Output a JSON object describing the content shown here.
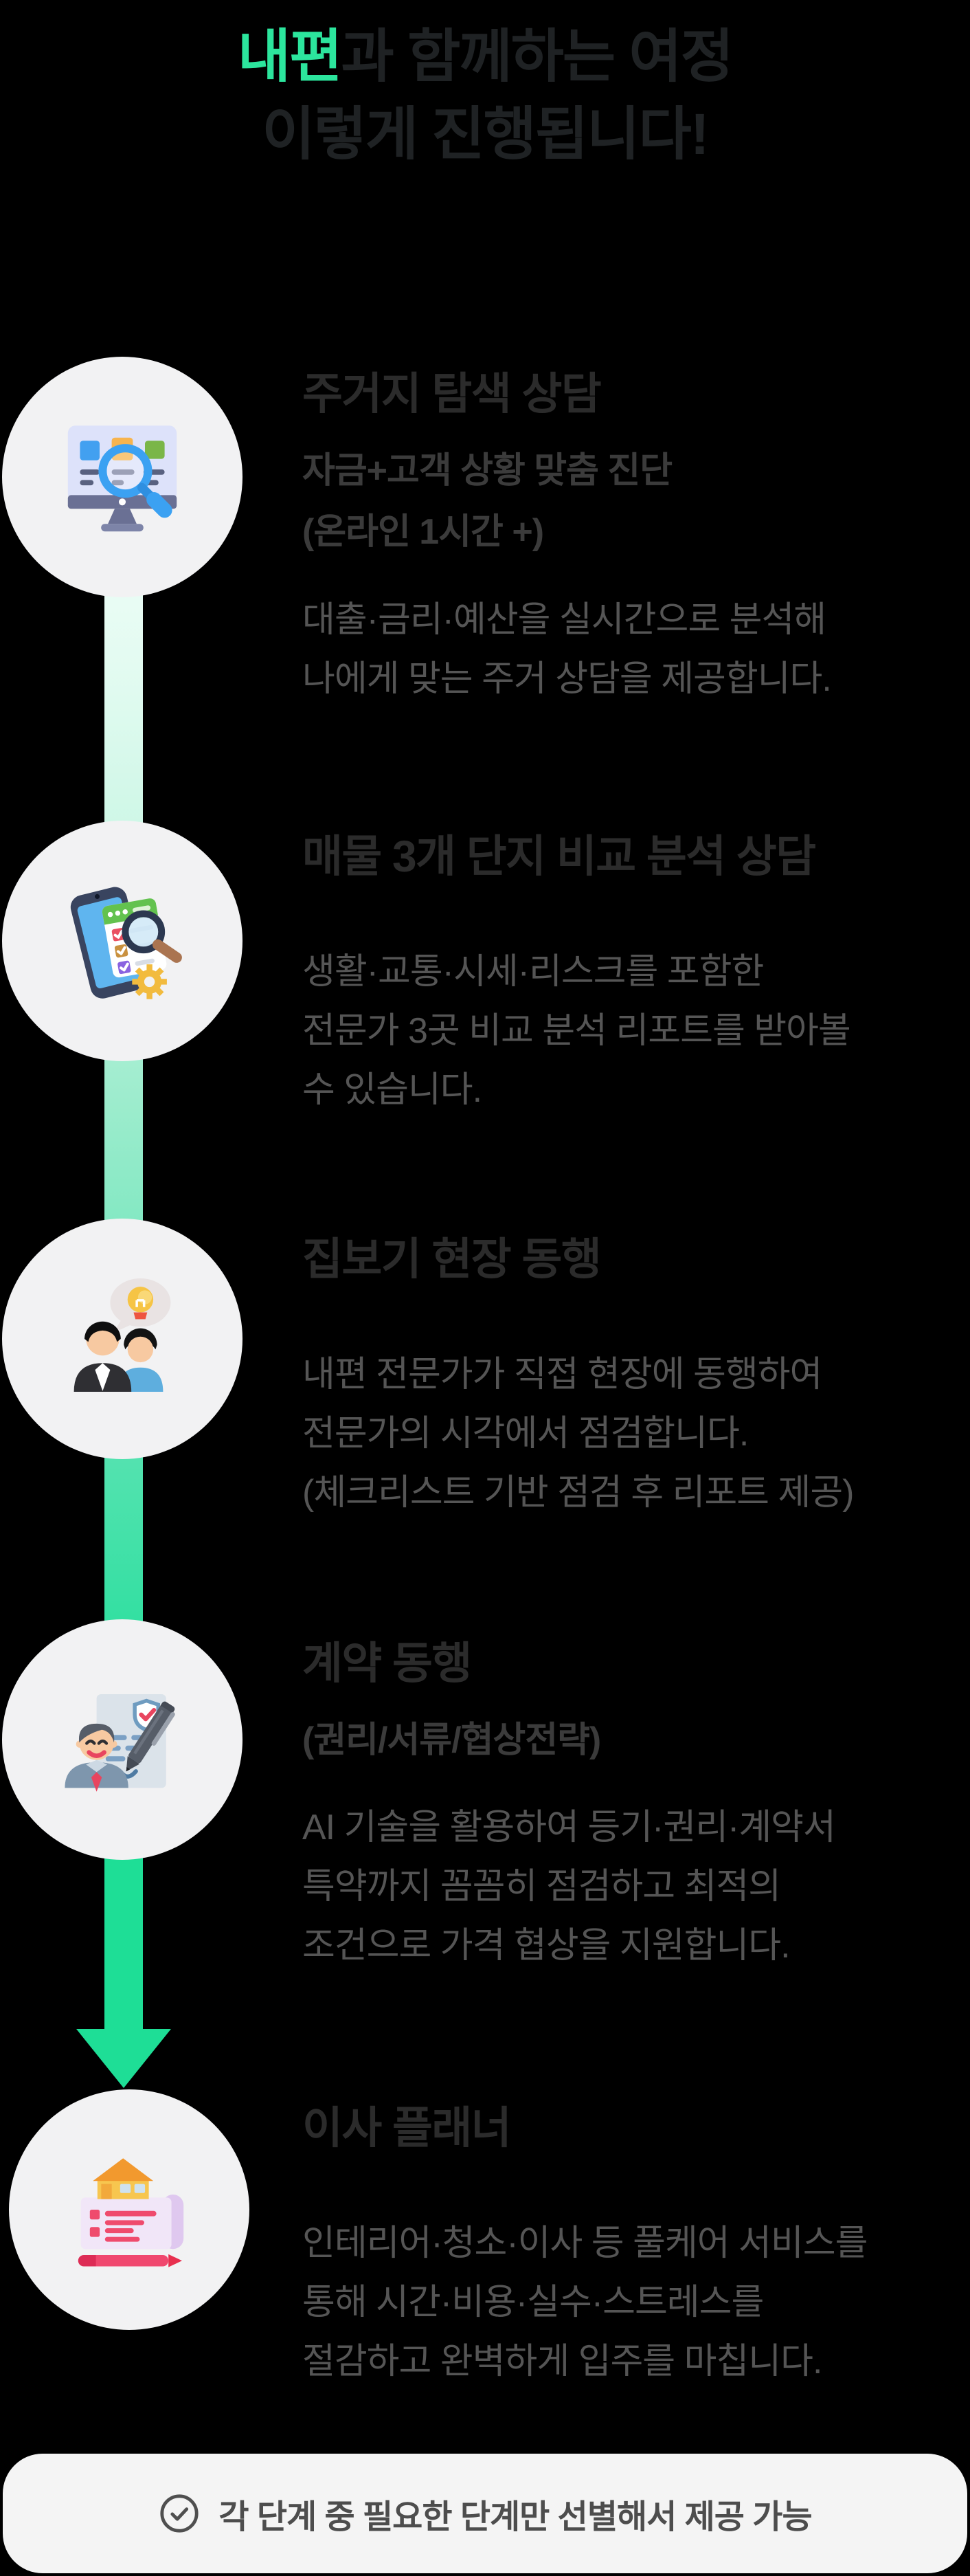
{
  "title": {
    "highlight": "내편",
    "rest": "과 함께하는 여정",
    "line2": "이렇게 진행됩니다!",
    "highlight_color": "#2ce59d",
    "text_color": "#1f2224"
  },
  "timeline": {
    "gradient_top": "#f2fdf9",
    "gradient_bottom": "#1ede96",
    "circle_background": "#f2f2f3"
  },
  "steps": [
    {
      "icon": "monitor-search-icon",
      "title": "주거지 탐색 상담",
      "subtitle_lines": [
        "자금+고객 상황 맞춤 진단",
        "(온라인 1시간 +)"
      ],
      "body_lines": [
        "대출·금리·예산을 실시간으로 분석해",
        "나에게 맞는 주거 상담을 제공합니다."
      ]
    },
    {
      "icon": "phone-checklist-search-icon",
      "title": "매물 3개 단지 비교 분석 상담",
      "subtitle_lines": [],
      "body_lines": [
        "생활·교통·시세·리스크를 포함한",
        "전문가 3곳 비교 분석 리포트를 받아볼",
        "수 있습니다."
      ]
    },
    {
      "icon": "people-idea-icon",
      "title": "집보기 현장 동행",
      "subtitle_lines": [],
      "body_lines": [
        "내편 전문가가 직접 현장에 동행하여",
        "전문가의 시각에서 점검합니다.",
        "(체크리스트 기반 점검 후 리포트 제공)"
      ]
    },
    {
      "icon": "contract-signing-icon",
      "title": "계약 동행",
      "subtitle_lines": [
        "(권리/서류/협상전략)"
      ],
      "body_lines": [
        "AI 기술을 활용하여 등기·권리·계약서",
        "특약까지 꼼꼼히 점검하고 최적의",
        "조건으로 가격 협상을 지원합니다."
      ]
    },
    {
      "icon": "house-plan-icon",
      "title": "이사 플래너",
      "subtitle_lines": [],
      "body_lines": [
        "인테리어·청소·이사 등 풀케어 서비스를",
        "통해 시간·비용·실수·스트레스를",
        "절감하고 완벽하게 입주를 마칩니다."
      ]
    }
  ],
  "footer": {
    "icon": "check-circle-icon",
    "text": "각 단계 중 필요한 단계만 선별해서 제공 가능",
    "background": "#f4f4f4",
    "text_color": "#4d4d4d"
  }
}
